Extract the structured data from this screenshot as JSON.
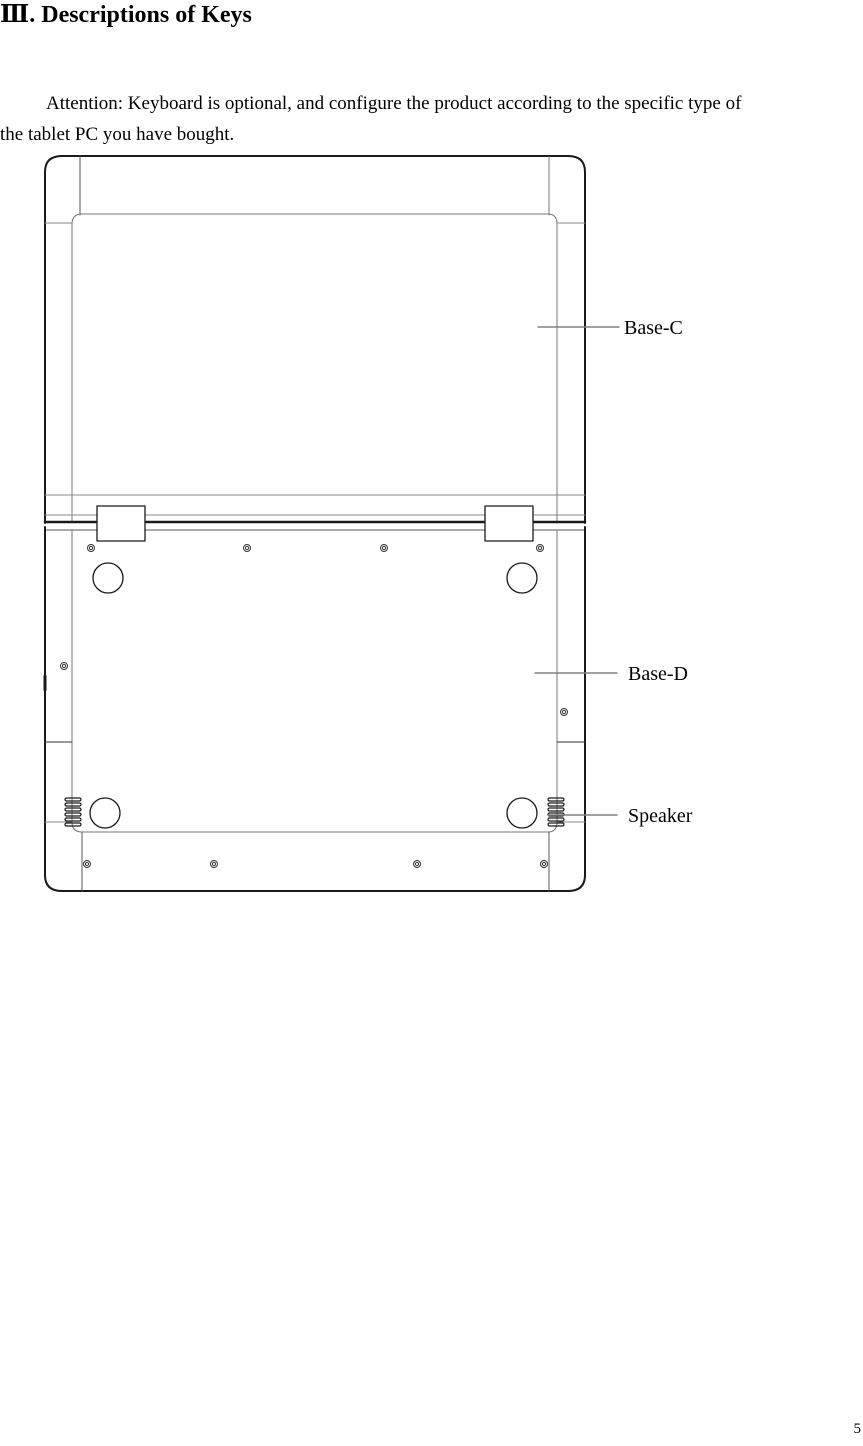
{
  "heading": {
    "numeral": "Ⅲ",
    "text": ". Descriptions of Keys"
  },
  "paragraph": {
    "line1": "Attention: Keyboard is optional, and configure the product according to the specific type of",
    "line2": "the tablet PC you have bought."
  },
  "diagram": {
    "description": "Laptop-style tablet keyboard dock, underside view with lid opened flat",
    "labels": {
      "base_c": "Base-C",
      "base_d": "Base-D",
      "speaker": "Speaker"
    },
    "colors": {
      "outline": "#1a1a1a",
      "inner_line": "#777777",
      "leader_line": "#808080"
    }
  },
  "footer": {
    "page_number": "5"
  }
}
